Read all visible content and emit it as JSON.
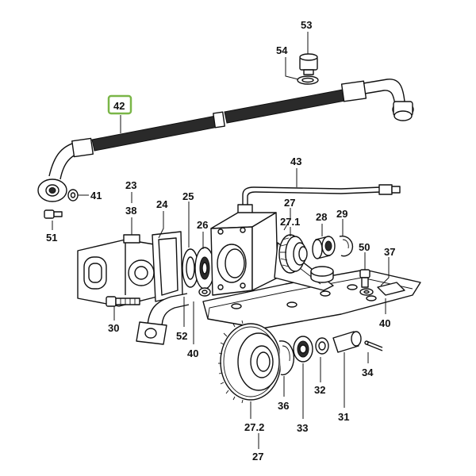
{
  "colors": {
    "highlight": "#7ab648",
    "ink": "#111111",
    "paper": "#ffffff"
  },
  "highlighted_label": "42",
  "labels": [
    {
      "id": "53",
      "text": "53"
    },
    {
      "id": "54",
      "text": "54"
    },
    {
      "id": "42",
      "text": "42"
    },
    {
      "id": "41",
      "text": "41"
    },
    {
      "id": "51",
      "text": "51"
    },
    {
      "id": "43",
      "text": "43"
    },
    {
      "id": "23",
      "text": "23"
    },
    {
      "id": "38",
      "text": "38"
    },
    {
      "id": "24",
      "text": "24"
    },
    {
      "id": "25",
      "text": "25"
    },
    {
      "id": "27a",
      "text": "27"
    },
    {
      "id": "27_1",
      "text": "27.1"
    },
    {
      "id": "28",
      "text": "28"
    },
    {
      "id": "29",
      "text": "29"
    },
    {
      "id": "26",
      "text": "26"
    },
    {
      "id": "50",
      "text": "50"
    },
    {
      "id": "37",
      "text": "37"
    },
    {
      "id": "30",
      "text": "30"
    },
    {
      "id": "52",
      "text": "52"
    },
    {
      "id": "40a",
      "text": "40"
    },
    {
      "id": "40b",
      "text": "40"
    },
    {
      "id": "34",
      "text": "34"
    },
    {
      "id": "36",
      "text": "36"
    },
    {
      "id": "32",
      "text": "32"
    },
    {
      "id": "33",
      "text": "33"
    },
    {
      "id": "31",
      "text": "31"
    },
    {
      "id": "27_2",
      "text": "27.2"
    },
    {
      "id": "27b",
      "text": "27"
    }
  ]
}
